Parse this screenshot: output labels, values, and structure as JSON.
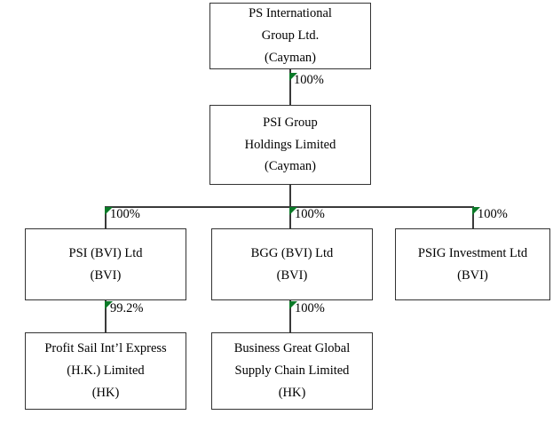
{
  "diagram": {
    "title": "PS International Group Ltd. corporate structure chart",
    "type": "org-chart",
    "colors": {
      "box_border": "#333333",
      "connector": "#3a3a3a",
      "marker_green": "#0b7a28",
      "background": "#ffffff",
      "text": "#000000"
    },
    "nodes": [
      {
        "id": "ps-international-group",
        "lines": [
          "PS International",
          "Group Ltd.",
          "(Cayman)"
        ],
        "jurisdiction": "Cayman",
        "level": 0
      },
      {
        "id": "psi-group-holdings",
        "lines": [
          "PSI Group",
          "Holdings Limited",
          "(Cayman)"
        ],
        "jurisdiction": "Cayman",
        "level": 1
      },
      {
        "id": "psi-bvi-ltd",
        "lines": [
          "PSI (BVI) Ltd",
          "(BVI)"
        ],
        "jurisdiction": "BVI",
        "level": 2
      },
      {
        "id": "bgg-bvi-ltd",
        "lines": [
          "BGG (BVI) Ltd",
          "(BVI)"
        ],
        "jurisdiction": "BVI",
        "level": 2
      },
      {
        "id": "psig-investment-ltd",
        "lines": [
          "PSIG Investment Ltd",
          "(BVI)"
        ],
        "jurisdiction": "BVI",
        "level": 2
      },
      {
        "id": "profit-sail-intl-express",
        "lines": [
          "Profit Sail Int’l Express",
          "(H.K.) Limited",
          "(HK)"
        ],
        "jurisdiction": "HK",
        "level": 3
      },
      {
        "id": "business-great-global",
        "lines": [
          "Business Great Global",
          "Supply Chain Limited",
          "(HK)"
        ],
        "jurisdiction": "HK",
        "level": 3
      }
    ],
    "edges": [
      {
        "id": "edge-ps-to-psi-holdings",
        "from": "ps-international-group",
        "to": "psi-group-holdings",
        "ownership": "100%"
      },
      {
        "id": "edge-psi-holdings-to-psi-bvi",
        "from": "psi-group-holdings",
        "to": "psi-bvi-ltd",
        "ownership": "100%"
      },
      {
        "id": "edge-psi-holdings-to-bgg-bvi",
        "from": "psi-group-holdings",
        "to": "bgg-bvi-ltd",
        "ownership": "100%"
      },
      {
        "id": "edge-psi-holdings-to-psig-investment",
        "from": "psi-group-holdings",
        "to": "psig-investment-ltd",
        "ownership": "100%"
      },
      {
        "id": "edge-psi-bvi-to-profit-sail",
        "from": "psi-bvi-ltd",
        "to": "profit-sail-intl-express",
        "ownership": "99.2%"
      },
      {
        "id": "edge-bgg-bvi-to-business-great",
        "from": "bgg-bvi-ltd",
        "to": "business-great-global",
        "ownership": "100%"
      }
    ]
  }
}
